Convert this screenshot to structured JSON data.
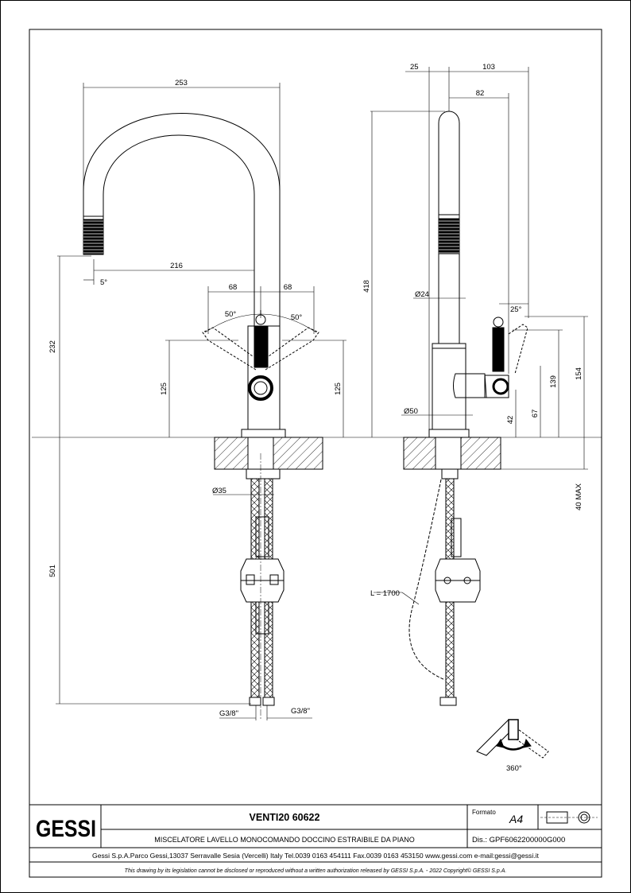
{
  "drawing": {
    "front_view_dims": {
      "width_253": "253",
      "reach_216": "216",
      "angle_5": "5°",
      "offset_68_left": "68",
      "offset_68_right": "68",
      "angle_50_left": "50°",
      "angle_50_right": "50°",
      "height_232": "232",
      "height_125_left": "125",
      "height_125_right": "125",
      "dia_35": "Ø35",
      "length_501": "501",
      "thread_left": "G3/8\"",
      "thread_right": "G3/8\""
    },
    "side_view_dims": {
      "d25": "25",
      "d103": "103",
      "d82": "82",
      "height_418": "418",
      "dia_24": "Ø24",
      "angle_25": "25°",
      "dia_50": "Ø50",
      "h42": "42",
      "h67": "67",
      "h139": "139",
      "h154": "154",
      "max_40": "40 MAX",
      "hose_length": "L = 1700"
    },
    "rotation_label": "360°"
  },
  "title_block": {
    "logo_text": "GESSI",
    "product_title": "VENTI20 60622",
    "description": "MISCELATORE LAVELLO MONOCOMANDO DOCCINO ESTRAIBILE DA PIANO",
    "formato_label": "Formato",
    "formato_value": "A4",
    "dis_label": "Dis.: GPF6062200000G000",
    "company_line": "Gessi S.p.A.Parco Gessi,13037 Serravalle Sesia (Vercelli) Italy Tel.0039 0163 454111 Fax.0039 0163 453150 www.gessi.com e-mail:gessi@gessi.it",
    "legal_line": "This drawing by its legislation cannot be disclosed or reproduced without a written authorization released by GESSI S.p.A. - 2022 Copyright© GESSI S.p.A."
  }
}
